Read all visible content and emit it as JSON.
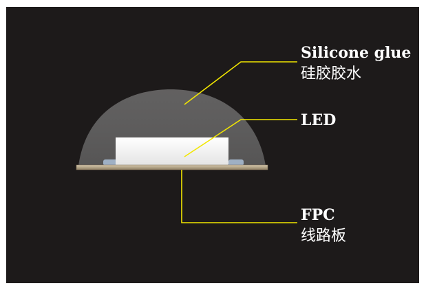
{
  "diagram": {
    "labels": {
      "silicone": {
        "en": "Silicone glue",
        "zh": "硅胶胶水"
      },
      "led": {
        "en": "LED"
      },
      "fpc": {
        "en": "FPC",
        "zh": "线路板"
      }
    },
    "colors": {
      "background": "#1d1a1a",
      "frame": "#ffffff",
      "dome": "#8a8a8a",
      "led": "#f2f2f2",
      "leader": "#f2e600",
      "board": "#b8aa90",
      "board_edge": "#7a6a55",
      "label": "#ffffff"
    }
  }
}
